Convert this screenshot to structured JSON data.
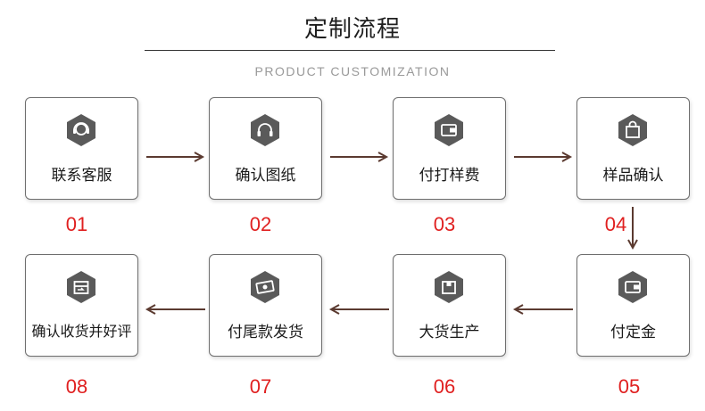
{
  "title": "定制流程",
  "subtitle": "PRODUCT CUSTOMIZATION",
  "steps": [
    {
      "label": "联系客服",
      "number": "01",
      "icon": "customer-service-icon"
    },
    {
      "label": "确认图纸",
      "number": "02",
      "icon": "headphones-icon"
    },
    {
      "label": "付打样费",
      "number": "03",
      "icon": "wallet-icon"
    },
    {
      "label": "样品确认",
      "number": "04",
      "icon": "shopping-bag-icon"
    },
    {
      "label": "付定金",
      "number": "05",
      "icon": "wallet-icon"
    },
    {
      "label": "大货生产",
      "number": "06",
      "icon": "package-icon"
    },
    {
      "label": "付尾款发货",
      "number": "07",
      "icon": "banknote-icon"
    },
    {
      "label": "确认收货并好评",
      "number": "08",
      "icon": "delivery-box-icon"
    }
  ],
  "colors": {
    "hexagon": "#5a5a5a",
    "arrow": "#5b3a30",
    "number": "#e02020"
  }
}
